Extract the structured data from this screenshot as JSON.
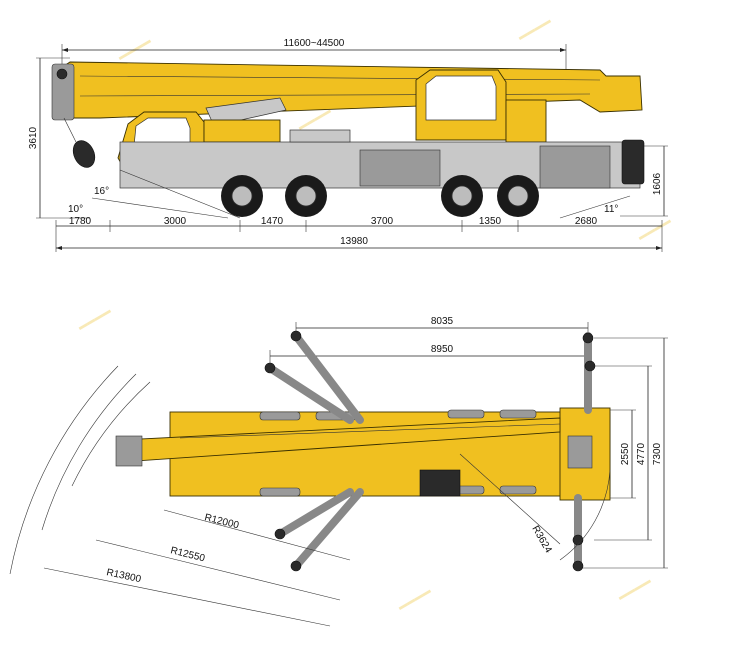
{
  "side_view": {
    "boom_length_label": "11600~44500",
    "height_label": "3610",
    "frame_height_label": "1606",
    "approach_angle_label": "16°",
    "front_angle_label": "10°",
    "rear_angle_label": "11°",
    "segments": [
      "1780",
      "3000",
      "1470",
      "3700",
      "1350",
      "2680"
    ],
    "total_length_label": "13980"
  },
  "top_view": {
    "outrigger_span_a_label": "8035",
    "outrigger_span_b_label": "8950",
    "width_a_label": "2550",
    "width_b_label": "4770",
    "width_c_label": "7300",
    "tail_radius_label": "R3624",
    "radius_1_label": "R12000",
    "radius_2_label": "R12550",
    "radius_3_label": "R13800"
  },
  "colors": {
    "crane_yellow": "#f0c020",
    "chassis_grey": "#c8c8c8",
    "tire_black": "#1a1a1a"
  }
}
